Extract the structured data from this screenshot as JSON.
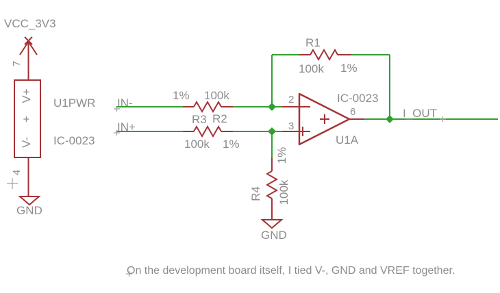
{
  "colors": {
    "background": "#ffffff",
    "wire": "#30a030",
    "component": "#a43236",
    "text": "#8c8c8c"
  },
  "power": {
    "vcc_net": "VCC_3V3",
    "pin7": "7",
    "pin4": "4",
    "gnd_label": "GND"
  },
  "ic_power_box": {
    "ref": "U1PWR",
    "value": "IC-0023",
    "vplus": "V+",
    "plus": "+",
    "vminus": "V-"
  },
  "nets": {
    "in_minus": "IN-",
    "in_plus": "IN+",
    "i_out": "I_OUT"
  },
  "resistors": {
    "r1": {
      "name": "R1",
      "value": "100k",
      "tolerance": "1%"
    },
    "r2": {
      "name": "R2",
      "value": "100k",
      "tolerance": "1%"
    },
    "r3": {
      "name": "R3",
      "value": "100k",
      "tolerance": "1%"
    },
    "r4": {
      "name": "R4",
      "value": "100k",
      "tolerance": "1%"
    }
  },
  "opamp": {
    "part": "IC-0023",
    "gate": "U1A",
    "pin_inverting": "2",
    "pin_noninverting": "3",
    "pin_output": "6",
    "input_plus_sign": "+",
    "center_plus_sign": "+"
  },
  "r4_ground": {
    "gnd_label": "GND"
  },
  "caption": {
    "text": "On the development board itself, I tied V-, GND and VREF together."
  }
}
